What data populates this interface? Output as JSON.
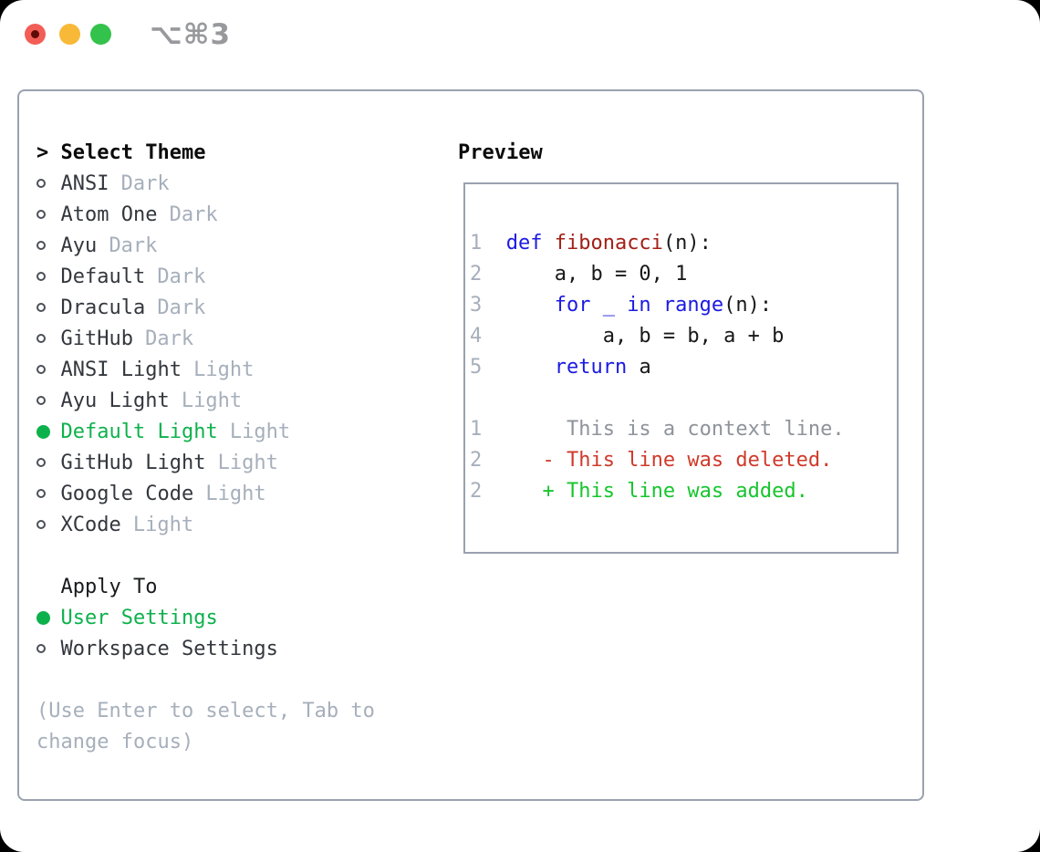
{
  "window": {
    "shortcut": "⌥⌘3",
    "traffic_lights": {
      "close": "#f25e56",
      "close_dot": "#5e0a06",
      "minimize": "#f8b838",
      "zoom": "#33c24b"
    }
  },
  "theme_panel": {
    "cursor": ">",
    "title": "Select Theme",
    "items": [
      {
        "name": "ANSI",
        "variant": "Dark",
        "selected": false
      },
      {
        "name": "Atom One",
        "variant": "Dark",
        "selected": false
      },
      {
        "name": "Ayu",
        "variant": "Dark",
        "selected": false
      },
      {
        "name": "Default",
        "variant": "Dark",
        "selected": false
      },
      {
        "name": "Dracula",
        "variant": "Dark",
        "selected": false
      },
      {
        "name": "GitHub",
        "variant": "Dark",
        "selected": false
      },
      {
        "name": "ANSI Light",
        "variant": "Light",
        "selected": false
      },
      {
        "name": "Ayu Light",
        "variant": "Light",
        "selected": false
      },
      {
        "name": "Default Light",
        "variant": "Light",
        "selected": true
      },
      {
        "name": "GitHub Light",
        "variant": "Light",
        "selected": false
      },
      {
        "name": "Google Code",
        "variant": "Light",
        "selected": false
      },
      {
        "name": "XCode",
        "variant": "Light",
        "selected": false
      }
    ],
    "apply_to": {
      "title": "Apply To",
      "options": [
        {
          "label": "User Settings",
          "selected": true
        },
        {
          "label": "Workspace Settings",
          "selected": false
        }
      ]
    },
    "help_lines": [
      "(Use Enter to select, Tab to",
      "change focus)"
    ]
  },
  "preview": {
    "title": "Preview",
    "lines": [
      {
        "num": "1",
        "segs": [
          {
            "t": "def "
          },
          {
            "t": "fibonacci"
          },
          {
            "t": "(n):"
          }
        ]
      },
      {
        "num": "2",
        "segs": [
          {
            "t": "    a, b = 0, 1"
          }
        ]
      },
      {
        "num": "3",
        "segs": [
          {
            "t": "    "
          },
          {
            "t": "for _ in range"
          },
          {
            "t": "(n):"
          }
        ]
      },
      {
        "num": "4",
        "segs": [
          {
            "t": "        a, b = b, a + b"
          }
        ]
      },
      {
        "num": "5",
        "segs": [
          {
            "t": "    "
          },
          {
            "t": "return"
          },
          {
            "t": " a"
          }
        ]
      },
      {
        "num": "",
        "segs": [
          {
            "t": ""
          }
        ]
      },
      {
        "num": "1",
        "segs": [
          {
            "t": "     This is a context line."
          }
        ]
      },
      {
        "num": "2",
        "segs": [
          {
            "t": "   - This line was deleted."
          }
        ]
      },
      {
        "num": "2",
        "segs": [
          {
            "t": "   + This line was added."
          }
        ]
      }
    ]
  },
  "colors": {
    "accent_green": "#0db14c",
    "diff_added_green": "#17c52e",
    "diff_deleted_red": "#cf3a2a",
    "keyword_blue": "#1b1ae1",
    "function_red": "#a31f16",
    "muted_gray": "#a6afbb",
    "context_gray": "#8e939b",
    "text_dark": "#33373d",
    "border_gray": "#9aa2ae"
  }
}
